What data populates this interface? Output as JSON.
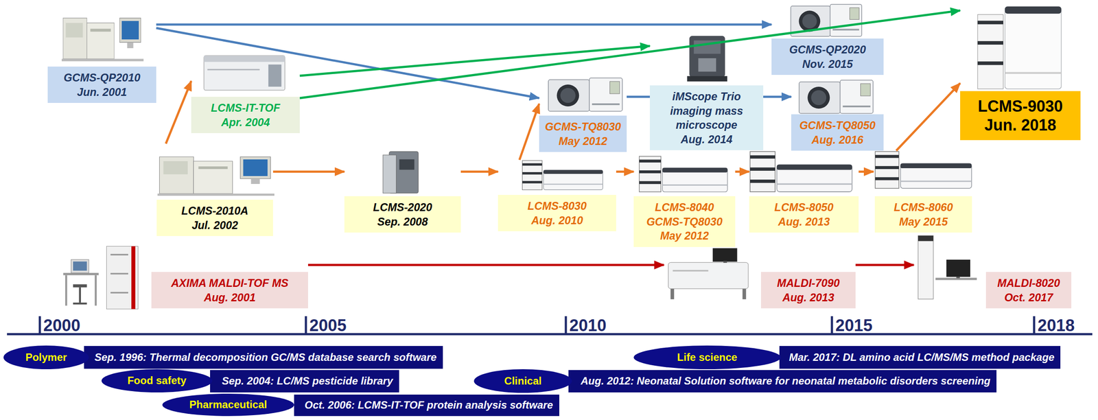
{
  "diagram": {
    "nodes": [
      {
        "text": [
          "GCMS-QP2010",
          "Jun. 2001"
        ]
      },
      {
        "text": [
          "LCMS-IT-TOF",
          "Apr. 2004"
        ]
      },
      {
        "text": [
          "LCMS-2010A",
          "Jul. 2002"
        ]
      },
      {
        "text": [
          "AXIMA MALDI-TOF MS",
          "Aug. 2001"
        ]
      },
      {
        "text": [
          "LCMS-2020",
          "Sep. 2008"
        ]
      },
      {
        "text": [
          "GCMS-TQ8030",
          "May 2012"
        ]
      },
      {
        "text": [
          "LCMS-8030",
          "Aug. 2010"
        ]
      },
      {
        "text": [
          "iMScope Trio imaging mass microscope",
          "Aug. 2014"
        ]
      },
      {
        "text": [
          "LCMS-8040",
          "GCMS-TQ8030",
          "May 2012"
        ]
      },
      {
        "text": [
          "MALDI-7090",
          "Aug. 2013"
        ]
      },
      {
        "text": [
          "GCMS-QP2020",
          "Nov. 2015"
        ]
      },
      {
        "text": [
          "GCMS-TQ8050",
          "Aug. 2016"
        ]
      },
      {
        "text": [
          "LCMS-8050",
          "Aug. 2013"
        ]
      },
      {
        "text": [
          "LCMS-8060",
          "May 2015"
        ]
      },
      {
        "text": [
          "MALDI-8020",
          "Oct. 2017"
        ]
      },
      {
        "text": [
          "LCMS-9030",
          "Jun. 2018"
        ]
      },
      {
        "text": [
          "Polymer"
        ]
      },
      {
        "text": [
          "Sep. 1996: Thermal decomposition GC/MS database search software"
        ]
      },
      {
        "text": [
          "Food safety"
        ]
      },
      {
        "text": [
          "Sep. 2004: LC/MS pesticide library"
        ]
      },
      {
        "text": [
          "Pharmaceutical"
        ]
      },
      {
        "text": [
          "Oct. 2006: LCMS-IT-TOF protein analysis software"
        ]
      },
      {
        "text": [
          "Life science"
        ]
      },
      {
        "text": [
          "Mar. 2017: DL amino acid LC/MS/MS method package"
        ]
      },
      {
        "text": [
          "Clinical"
        ]
      },
      {
        "text": [
          "Aug. 2012: Neonatal Solution software for neonatal metabolic disorders screening"
        ]
      }
    ],
    "edges": [
      {
        "from": 0,
        "to": 10,
        "arrow": "to"
      },
      {
        "from": 0,
        "to": 5,
        "arrow": "to"
      },
      {
        "from": 5,
        "to": 7,
        "arrow": "none"
      },
      {
        "from": 7,
        "to": 11,
        "arrow": "to"
      },
      {
        "from": 1,
        "to": 7,
        "arrow": "to"
      },
      {
        "from": 1,
        "to": 15,
        "arrow": "to"
      },
      {
        "from": 2,
        "to": 1,
        "arrow": "to"
      },
      {
        "from": 2,
        "to": 4,
        "arrow": "to"
      },
      {
        "from": 4,
        "to": 6,
        "arrow": "to"
      },
      {
        "from": 6,
        "to": 5,
        "arrow": "to"
      },
      {
        "from": 6,
        "to": 8,
        "arrow": "to"
      },
      {
        "from": 8,
        "to": 12,
        "arrow": "to"
      },
      {
        "from": 12,
        "to": 13,
        "arrow": "to"
      },
      {
        "from": 13,
        "to": 15,
        "arrow": "to"
      },
      {
        "from": 3,
        "to": 9,
        "arrow": "to"
      },
      {
        "from": 9,
        "to": 14,
        "arrow": "to"
      }
    ],
    "labels": [
      "2000",
      "2005",
      "2010",
      "2015",
      "2018"
    ]
  }
}
